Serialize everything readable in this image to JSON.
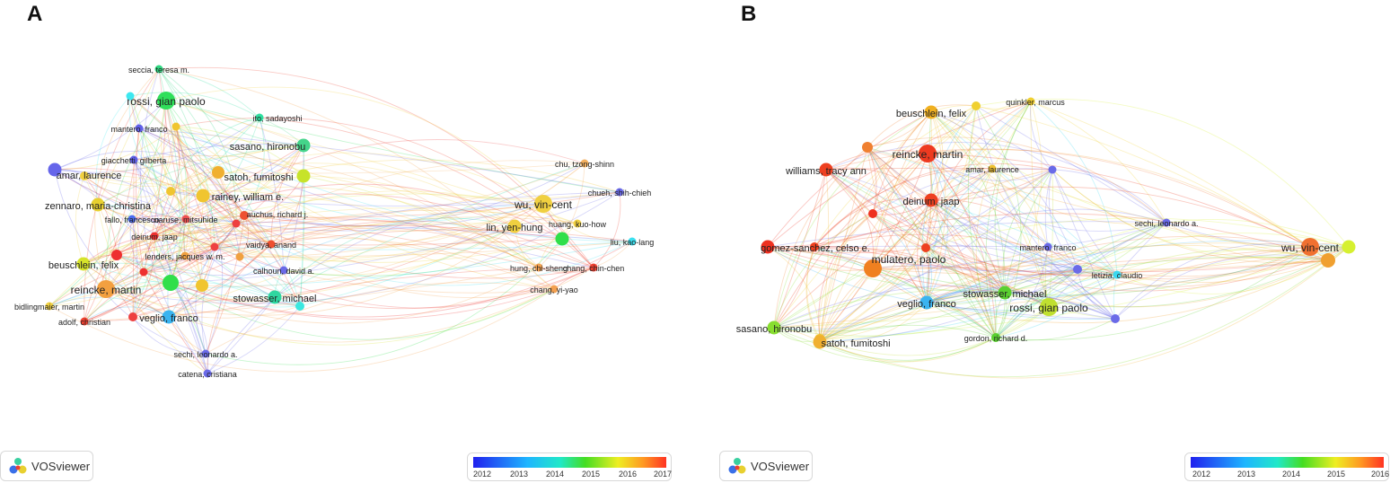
{
  "panels": [
    {
      "letter": "A",
      "legend_ticks": [
        "2012",
        "2013",
        "2014",
        "2015",
        "2016",
        "2017"
      ],
      "brand": "VOSviewer",
      "nodes": [
        {
          "id": "seccia",
          "label": "seccia, teresa m.",
          "color": "#2fd780",
          "size": "s"
        },
        {
          "id": "rossi",
          "label": "rossi, gian paolo",
          "color": "#2fdf5a",
          "size": "l"
        },
        {
          "id": "cyan1",
          "label": "",
          "color": "#3de8f0",
          "size": "s"
        },
        {
          "id": "ito",
          "label": "ito, sadayoshi",
          "color": "#2fdfa0",
          "size": "s"
        },
        {
          "id": "mantero",
          "label": "mantero, franco",
          "color": "#6060e8",
          "size": "s"
        },
        {
          "id": "sasano",
          "label": "sasano, hironobu",
          "color": "#44d48a",
          "size": "m"
        },
        {
          "id": "giacchetti",
          "label": "giacchetti, gilberta",
          "color": "#5f5fe6",
          "size": "s"
        },
        {
          "id": "satoh",
          "label": "satoh, fumitoshi",
          "color": "#c7e32a",
          "size": "m"
        },
        {
          "id": "amar",
          "label": "amar, laurence",
          "color": "#6565ea",
          "size": "m"
        },
        {
          "id": "rainey",
          "label": "rainey, william e.",
          "color": "#f0c530",
          "size": "m"
        },
        {
          "id": "zennaro",
          "label": "zennaro, maria-christina",
          "color": "#e8d030",
          "size": "m"
        },
        {
          "id": "fallo",
          "label": "fallo, francesco",
          "color": "#4b6cf0",
          "size": "s"
        },
        {
          "id": "naruse",
          "label": "naruse, mitsuhide",
          "color": "#ee5050",
          "size": "s"
        },
        {
          "id": "auchus",
          "label": "auchus, richard j.",
          "color": "#ee4040",
          "size": "s"
        },
        {
          "id": "deinum",
          "label": "deinum, jaap",
          "color": "#ee3030",
          "size": "s"
        },
        {
          "id": "vaidya",
          "label": "vaidya, anand",
          "color": "#ee5030",
          "size": "s"
        },
        {
          "id": "lenders",
          "label": "lenders, jacques w. m.",
          "color": "#f0a040",
          "size": "s"
        },
        {
          "id": "calhoun",
          "label": "calhoun, david a.",
          "color": "#6a6ae8",
          "size": "s"
        },
        {
          "id": "beuschlein",
          "label": "beuschlein, felix",
          "color": "#d6e32a",
          "size": "m"
        },
        {
          "id": "reincke",
          "label": "reincke, martin",
          "color": "#f3a040",
          "size": "l"
        },
        {
          "id": "stowasser",
          "label": "stowasser, michael",
          "color": "#2fd7a0",
          "size": "m"
        },
        {
          "id": "bidlingmaier",
          "label": "bidlingmaier, martin",
          "color": "#f0d040",
          "size": "s"
        },
        {
          "id": "veglio",
          "label": "veglio, franco",
          "color": "#3ab4f0",
          "size": "m"
        },
        {
          "id": "adolf",
          "label": "adolf, christian",
          "color": "#ee4030",
          "size": "s"
        },
        {
          "id": "sechi",
          "label": "sechi, leonardo a.",
          "color": "#6a6ae8",
          "size": "s"
        },
        {
          "id": "catena",
          "label": "catena, cristiana",
          "color": "#6a6ae8",
          "size": "s"
        },
        {
          "id": "chu",
          "label": "chu, tzong-shinn",
          "color": "#f3b060",
          "size": "s"
        },
        {
          "id": "wu",
          "label": "wu, vin-cent",
          "color": "#f0d040",
          "size": "l"
        },
        {
          "id": "chueh",
          "label": "chueh, shih-chieh",
          "color": "#6a6ae8",
          "size": "s"
        },
        {
          "id": "lin",
          "label": "lin, yen-hung",
          "color": "#f0d040",
          "size": "m"
        },
        {
          "id": "huang",
          "label": "huang, kuo-how",
          "color": "#f0d040",
          "size": "s"
        },
        {
          "id": "liu",
          "label": "liu, kao-lang",
          "color": "#3ae0f0",
          "size": "s"
        },
        {
          "id": "green2",
          "label": "",
          "color": "#2fdf4a",
          "size": "m"
        },
        {
          "id": "hung",
          "label": "hung, chi-sheng",
          "color": "#f3a050",
          "size": "s"
        },
        {
          "id": "chang",
          "label": "chang, chin-chen",
          "color": "#ee4030",
          "size": "s"
        },
        {
          "id": "changyy",
          "label": "chang, yi-yao",
          "color": "#f3a050",
          "size": "s"
        }
      ]
    },
    {
      "letter": "B",
      "legend_ticks": [
        "2012",
        "2013",
        "2014",
        "2015",
        "2016"
      ],
      "brand": "VOSviewer",
      "nodes": [
        {
          "id": "quinkler",
          "label": "quinkler, marcus",
          "color": "#f0d030",
          "size": "s"
        },
        {
          "id": "beuschlein",
          "label": "beuschlein, felix",
          "color": "#f0b020",
          "size": "m"
        },
        {
          "id": "reincke",
          "label": "reincke, martin",
          "color": "#ee3a20",
          "size": "l"
        },
        {
          "id": "williams",
          "label": "williams, tracy ann",
          "color": "#ee4020",
          "size": "m"
        },
        {
          "id": "amar",
          "label": "amar, laurence",
          "color": "#f0c030",
          "size": "s"
        },
        {
          "id": "purple1",
          "label": "",
          "color": "#6a6ae8",
          "size": "s"
        },
        {
          "id": "deinum",
          "label": "deinum, jaap",
          "color": "#ee4020",
          "size": "m"
        },
        {
          "id": "gomez",
          "label": "gomez-sanchez, celso e.",
          "color": "#ee3020",
          "size": "m"
        },
        {
          "id": "mulatero",
          "label": "mulatero, paolo",
          "color": "#f08020",
          "size": "l"
        },
        {
          "id": "mantero",
          "label": "mantero, franco",
          "color": "#6a6ae8",
          "size": "s"
        },
        {
          "id": "sechi",
          "label": "sechi, leonardo a.",
          "color": "#6a6ae8",
          "size": "s"
        },
        {
          "id": "letizia",
          "label": "letizia, claudio",
          "color": "#3ad8f0",
          "size": "s"
        },
        {
          "id": "wu",
          "label": "wu, vin-cent",
          "color": "#f07030",
          "size": "l"
        },
        {
          "id": "lime",
          "label": "",
          "color": "#d6f030",
          "size": "m"
        },
        {
          "id": "stowasser",
          "label": "stowasser, michael",
          "color": "#5ad030",
          "size": "m"
        },
        {
          "id": "veglio",
          "label": "veglio, franco",
          "color": "#3ab4f0",
          "size": "m"
        },
        {
          "id": "rossi",
          "label": "rossi, gian paolo",
          "color": "#c0e030",
          "size": "l"
        },
        {
          "id": "sasano",
          "label": "sasano, hironobu",
          "color": "#88dd30",
          "size": "m"
        },
        {
          "id": "satoh",
          "label": "satoh, fumitoshi",
          "color": "#f0b030",
          "size": "m"
        },
        {
          "id": "gordon",
          "label": "gordon, richard d.",
          "color": "#5ad030",
          "size": "s"
        }
      ]
    }
  ]
}
